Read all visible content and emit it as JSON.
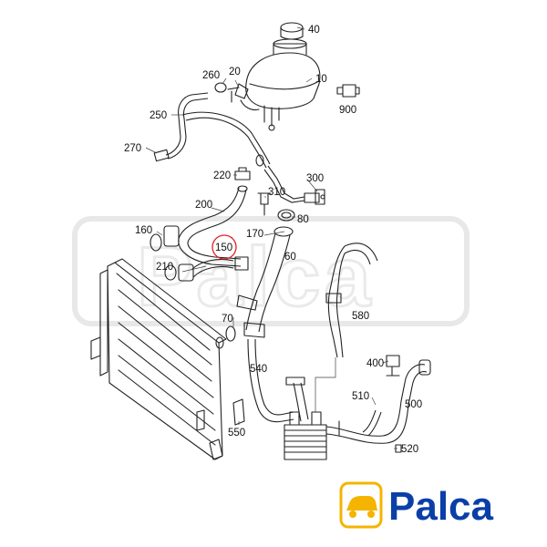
{
  "diagram": {
    "callouts": [
      {
        "id": "40",
        "text": "40"
      },
      {
        "id": "20",
        "text": "20"
      },
      {
        "id": "260",
        "text": "260"
      },
      {
        "id": "10",
        "text": "10"
      },
      {
        "id": "900",
        "text": "900"
      },
      {
        "id": "250",
        "text": "250"
      },
      {
        "id": "270",
        "text": "270"
      },
      {
        "id": "220",
        "text": "220"
      },
      {
        "id": "300",
        "text": "300"
      },
      {
        "id": "310",
        "text": "310"
      },
      {
        "id": "200",
        "text": "200"
      },
      {
        "id": "80",
        "text": "80"
      },
      {
        "id": "160",
        "text": "160"
      },
      {
        "id": "170",
        "text": "170"
      },
      {
        "id": "150",
        "text": "150"
      },
      {
        "id": "60",
        "text": "60"
      },
      {
        "id": "210",
        "text": "210"
      },
      {
        "id": "580",
        "text": "580"
      },
      {
        "id": "70",
        "text": "70"
      },
      {
        "id": "400",
        "text": "400"
      },
      {
        "id": "540",
        "text": "540"
      },
      {
        "id": "510",
        "text": "510"
      },
      {
        "id": "500",
        "text": "500"
      },
      {
        "id": "550",
        "text": "550"
      },
      {
        "id": "520",
        "text": "520"
      }
    ],
    "highlighted_callout": "150",
    "highlight_color": "#e02020",
    "watermark_text": "Palca"
  },
  "logo": {
    "text": "Palca",
    "brand_color": "#0b3fa8",
    "icon": "car-icon"
  }
}
